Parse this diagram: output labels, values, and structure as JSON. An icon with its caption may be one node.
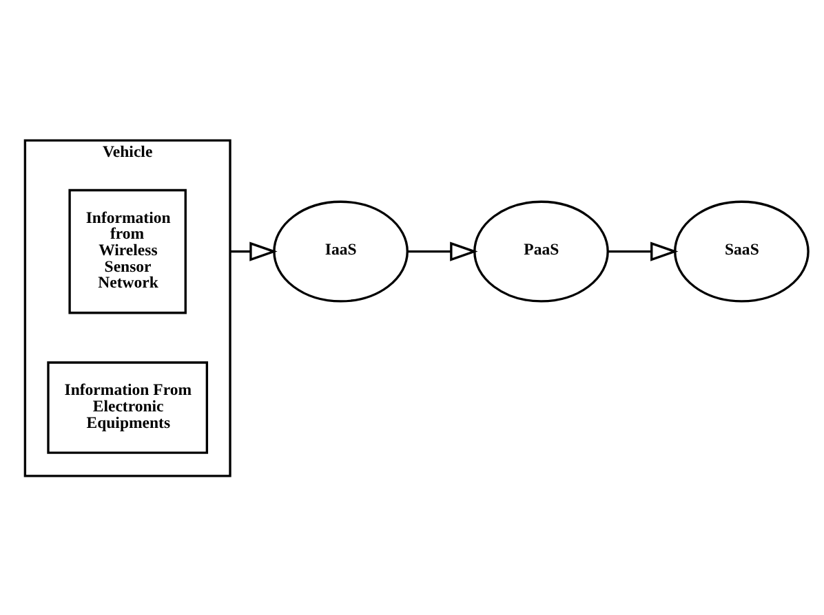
{
  "diagram": {
    "nodes": [
      {
        "text": [
          "Vehicle"
        ]
      },
      {
        "text": [
          "Information from Wireless Sensor Network"
        ],
        "in": 0
      },
      {
        "text": [
          "Information From Electronic Equipments"
        ],
        "in": 0
      },
      {
        "text": [
          "IaaS"
        ]
      },
      {
        "text": [
          "PaaS"
        ]
      },
      {
        "text": [
          "SaaS"
        ]
      }
    ],
    "edges": [
      {
        "from": 0,
        "to": 3,
        "arrow": "to"
      },
      {
        "from": 3,
        "to": 4,
        "arrow": "to"
      },
      {
        "from": 4,
        "to": 5,
        "arrow": "to"
      }
    ]
  }
}
